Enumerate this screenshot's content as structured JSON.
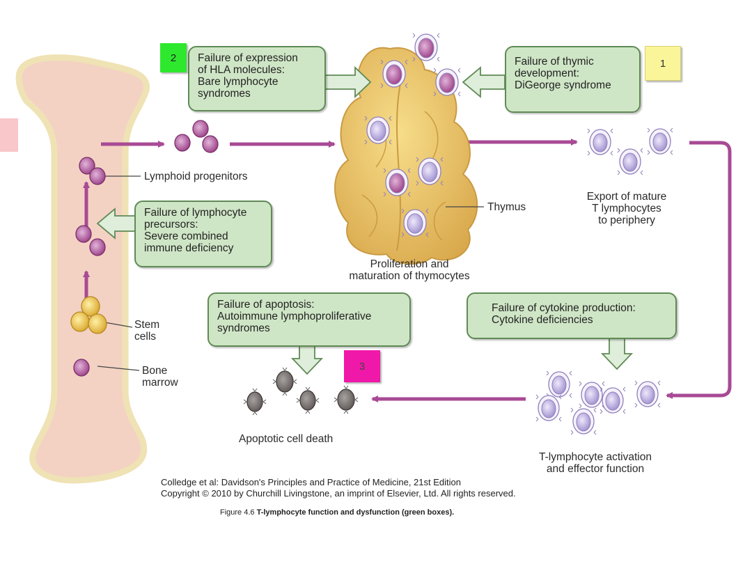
{
  "boxes": {
    "hla": [
      "Failure of expression",
      "of HLA molecules:",
      "Bare lymphocyte",
      "syndromes"
    ],
    "thymic": [
      "Failure of thymic",
      "development:",
      "DiGeorge syndrome"
    ],
    "precursors": [
      "Failure of lymphocyte",
      "precursors:",
      "Severe combined",
      "immune deficiency"
    ],
    "apoptosis": [
      "Failure of apoptosis:",
      "Autoimmune lymphoproliferative",
      "syndromes"
    ],
    "cytokine": [
      "Failure of cytokine production:",
      "Cytokine deficiencies"
    ]
  },
  "notes": {
    "n1": "1",
    "n2": "2",
    "n3": "3"
  },
  "labels": {
    "lymphoid": "Lymphoid progenitors",
    "stem": [
      "Stem",
      "cells"
    ],
    "bone": [
      "Bone",
      "marrow"
    ],
    "thymus": "Thymus",
    "prolif": [
      "Proliferation and",
      "maturation of thymocytes"
    ],
    "export": [
      "Export of mature",
      "T lymphocytes",
      "to periphery"
    ],
    "apoptotic": "Apoptotic cell death",
    "activation": [
      "T-lymphocyte activation",
      "and effector function"
    ]
  },
  "caption": {
    "line1": "Colledge et al: Davidson's Principles and Practice of Medicine, 21st Edition",
    "line2": "Copyright © 2010 by Churchill Livingstone, an imprint of Elsevier, Ltd. All rights reserved.",
    "figure_prefix": "Figure 4.6 ",
    "figure_bold": "T-lymphocyte function and dysfunction (green boxes)."
  },
  "colors": {
    "box_fill": "#cfe6c6",
    "box_border": "#5f8a55",
    "arrow": "#a84a95",
    "bone_fill": "#f3d2c3",
    "bone_border": "#efe2b4",
    "thymus": "#e8bf68",
    "note1": "#fbf59a",
    "note2": "#2ee82e",
    "note3": "#f018a8"
  }
}
